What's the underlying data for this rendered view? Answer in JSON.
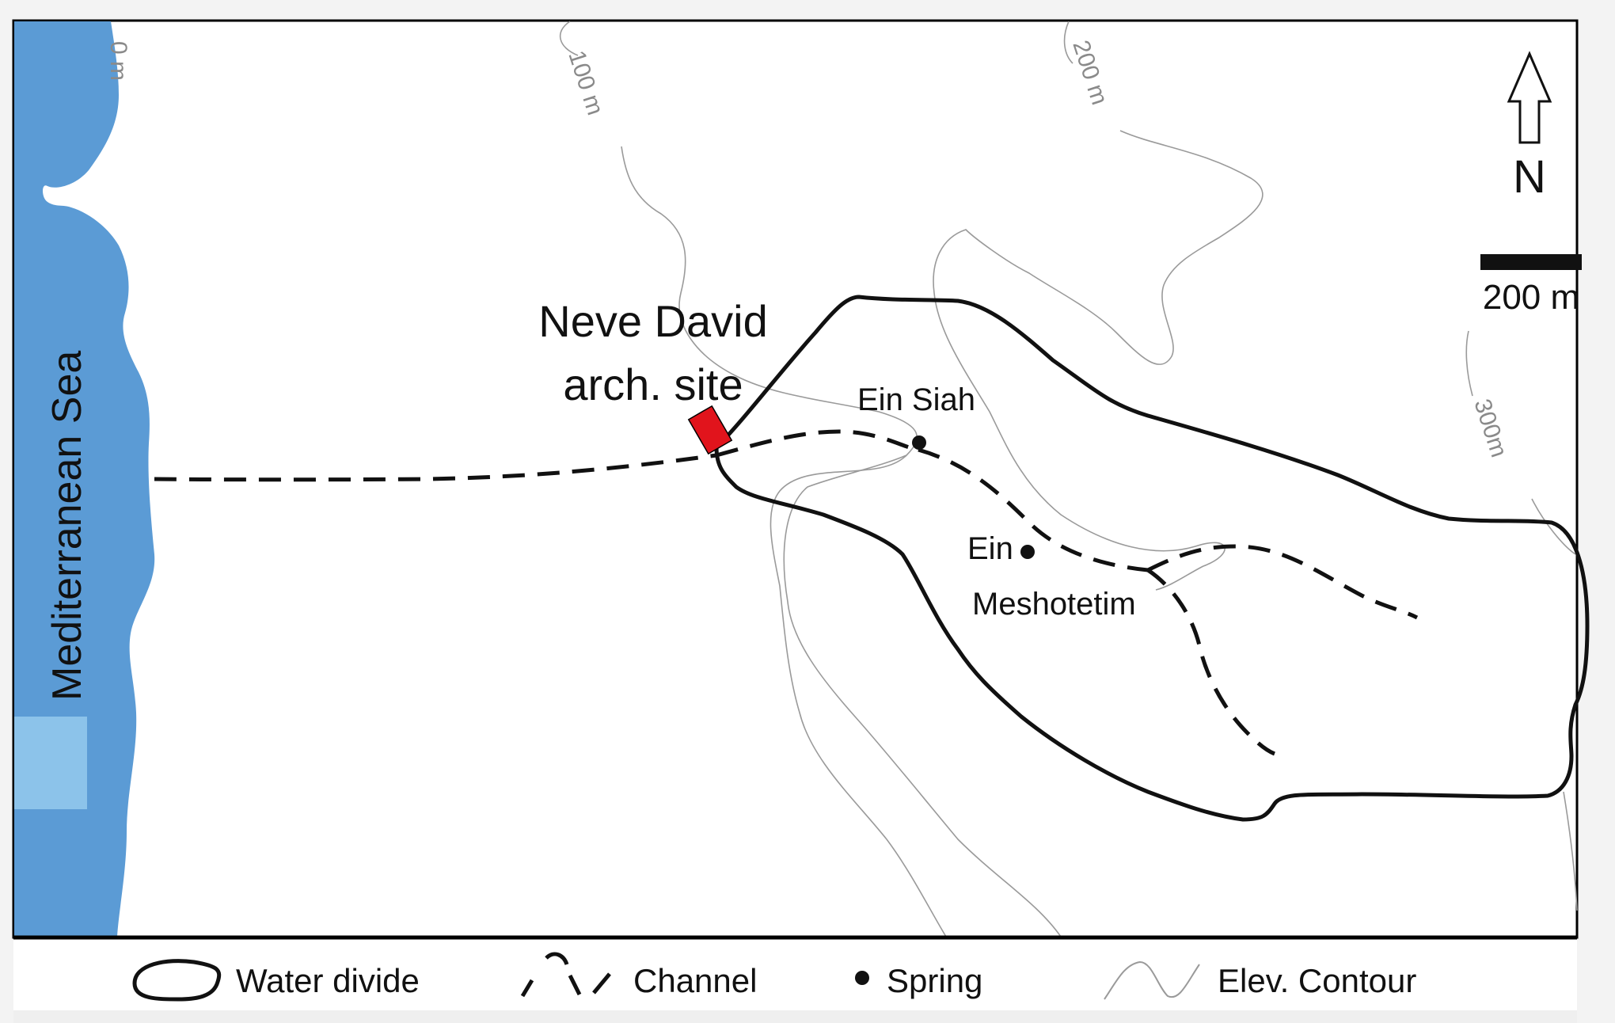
{
  "labels": {
    "sea": "Mediterranean Sea",
    "site_line1": "Neve David",
    "site_line2": "arch. site",
    "spring1": "Ein Siah",
    "spring2_line1": "Ein",
    "spring2_line2": "Meshotetim",
    "north": "N",
    "scale": "200 m"
  },
  "contours": {
    "c0": "0 m",
    "c100": "100 m",
    "c200": "200 m",
    "c300": "300m"
  },
  "legend": {
    "water_divide": "Water divide",
    "channel": "Channel",
    "spring": "Spring",
    "contour": "Elev. Contour"
  },
  "colors": {
    "sea": "#5b9bd5",
    "site": "#e1141c",
    "contour": "#9a9a9a",
    "line": "#111111"
  }
}
